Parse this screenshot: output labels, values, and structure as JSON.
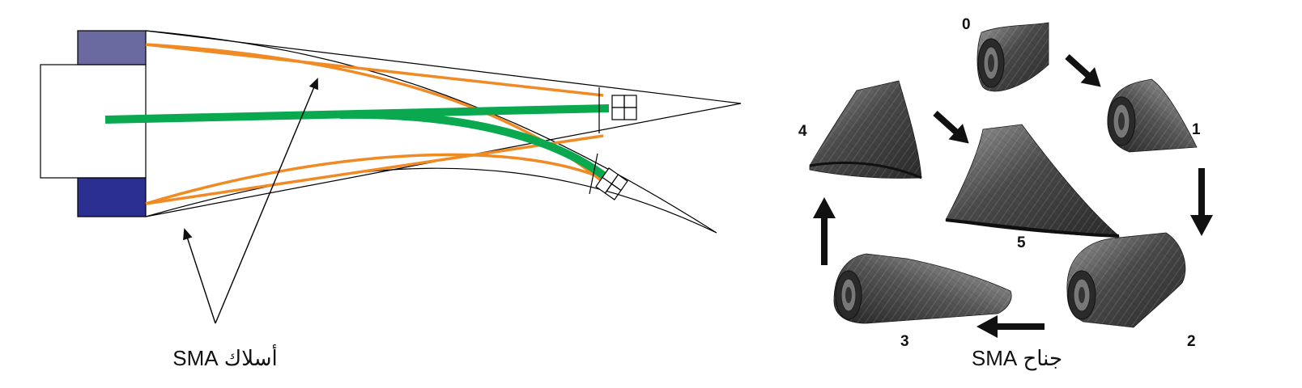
{
  "left_diagram": {
    "caption": "أسلاك SMA",
    "colors": {
      "actuator_top": "#6a6aa0",
      "actuator_bottom": "#2b2f8f",
      "wire_orange": "#f08a24",
      "spar_green": "#0aa84f",
      "outline": "#000000"
    }
  },
  "right_diagram": {
    "caption": "جناح SMA",
    "stages": [
      {
        "id": "stage-0",
        "label": "0"
      },
      {
        "id": "stage-1",
        "label": "1"
      },
      {
        "id": "stage-2",
        "label": "2"
      },
      {
        "id": "stage-3",
        "label": "3"
      },
      {
        "id": "stage-4",
        "label": "4"
      },
      {
        "id": "stage-5",
        "label": "5"
      }
    ],
    "colors": {
      "wing_dark": "#3a3a3a",
      "wing_light": "#8c8c8c",
      "arrow": "#111111"
    }
  }
}
